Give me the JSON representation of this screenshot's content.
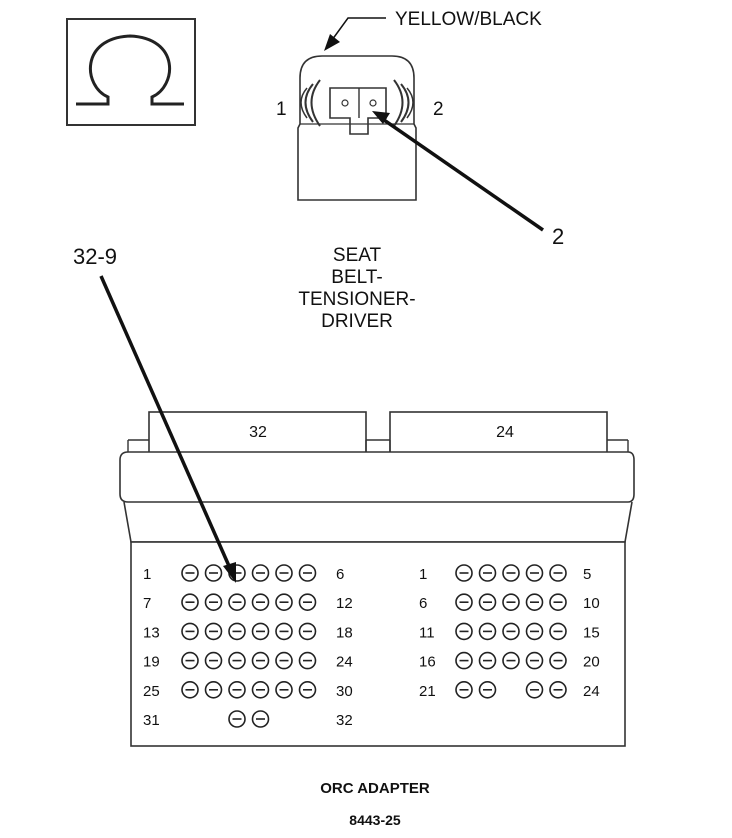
{
  "callouts": {
    "wire_color": "YELLOW/BLACK",
    "pin_left": "1",
    "pin_right": "2",
    "pin_pointer": "2",
    "cavity_pointer": "32-9"
  },
  "seat_belt_label": [
    "SEAT",
    "BELT-",
    "TENSIONER-",
    "DRIVER"
  ],
  "adapter": {
    "tab_left": "32",
    "tab_right": "24",
    "left_block_rows": [
      {
        "start": "1",
        "end": "6",
        "pins": [
          1,
          1,
          1,
          1,
          1,
          1
        ]
      },
      {
        "start": "7",
        "end": "12",
        "pins": [
          1,
          1,
          1,
          1,
          1,
          1
        ]
      },
      {
        "start": "13",
        "end": "18",
        "pins": [
          1,
          1,
          1,
          1,
          1,
          1
        ]
      },
      {
        "start": "19",
        "end": "24",
        "pins": [
          1,
          1,
          1,
          1,
          1,
          1
        ]
      },
      {
        "start": "25",
        "end": "30",
        "pins": [
          1,
          1,
          1,
          1,
          1,
          1
        ]
      },
      {
        "start": "31",
        "end": "32",
        "pins": [
          0,
          0,
          1,
          1,
          0,
          0
        ]
      }
    ],
    "right_block_rows": [
      {
        "start": "1",
        "end": "5",
        "pins": [
          1,
          1,
          1,
          1,
          1
        ]
      },
      {
        "start": "6",
        "end": "10",
        "pins": [
          1,
          1,
          1,
          1,
          1
        ]
      },
      {
        "start": "11",
        "end": "15",
        "pins": [
          1,
          1,
          1,
          1,
          1
        ]
      },
      {
        "start": "16",
        "end": "20",
        "pins": [
          1,
          1,
          1,
          1,
          1
        ]
      },
      {
        "start": "21",
        "end": "24",
        "pins": [
          1,
          1,
          0,
          1,
          1
        ]
      }
    ]
  },
  "caption": "ORC ADAPTER",
  "figure_id": "8443-25",
  "colors": {
    "line": "#111111",
    "outline": "#333333",
    "background": "#ffffff"
  }
}
